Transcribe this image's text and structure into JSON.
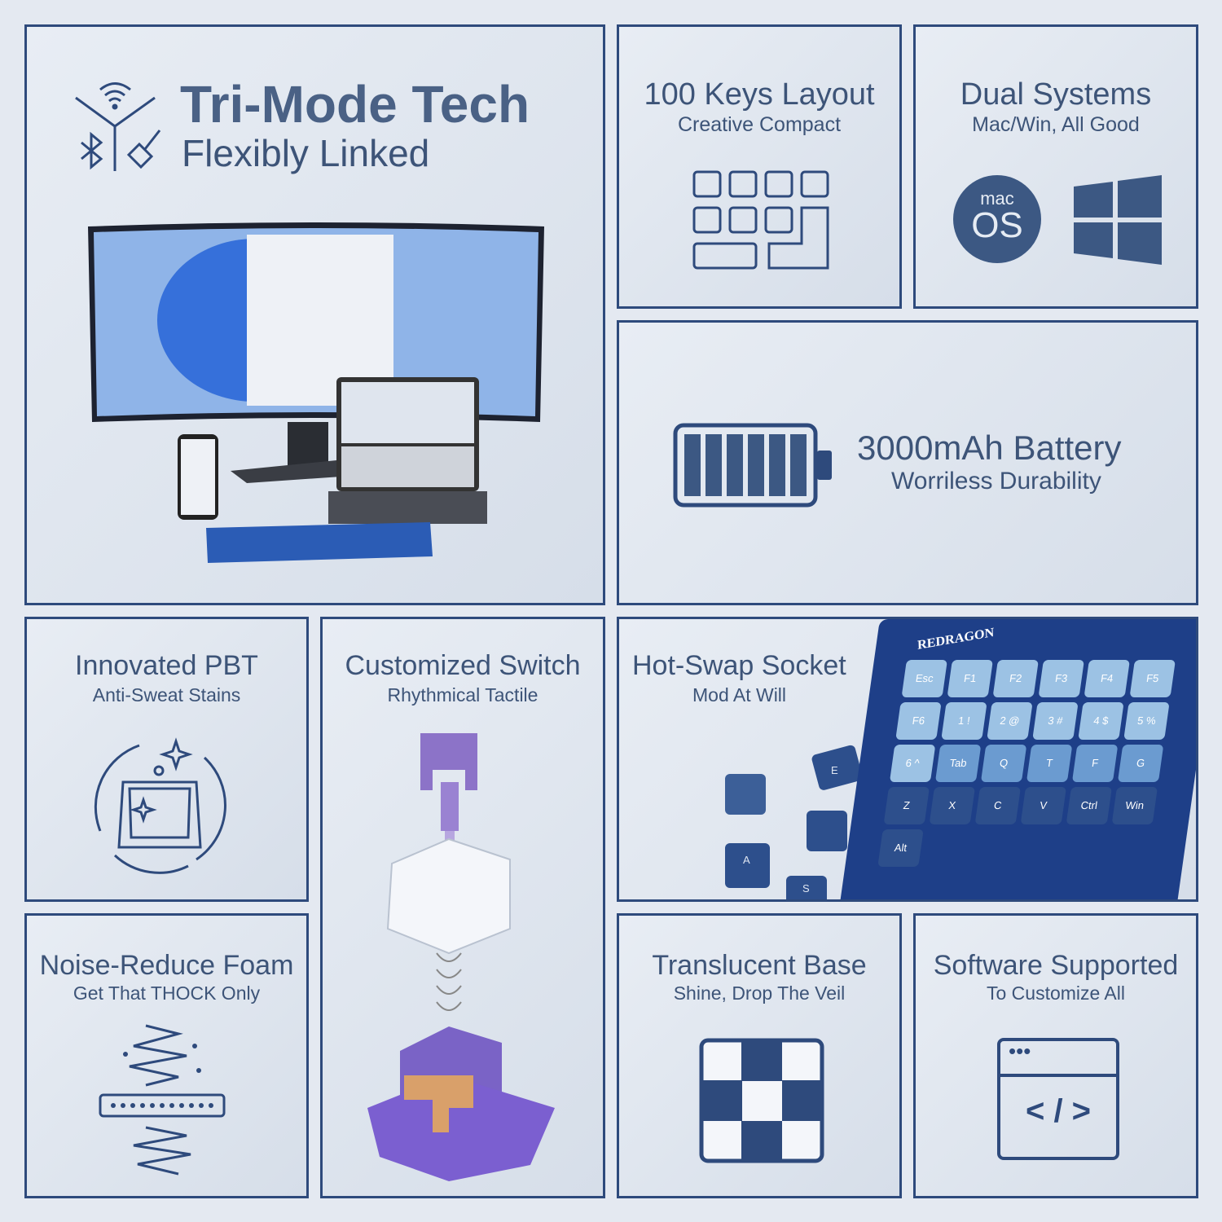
{
  "colors": {
    "border": "#2e4a7c",
    "text": "#3d5478",
    "icon": "#34568f",
    "background": "#e4e9f1"
  },
  "panels": {
    "tri_mode": {
      "title": "Tri-Mode Tech",
      "subtitle": "Flexibly Linked",
      "icon": "wireless-bluetooth-usb-icon"
    },
    "keys_layout": {
      "title": "100 Keys Layout",
      "subtitle": "Creative Compact",
      "icon": "keys-grid-icon"
    },
    "dual_systems": {
      "title": "Dual Systems",
      "subtitle": "Mac/Win, All Good",
      "mac_top": "mac",
      "mac_bottom": "OS",
      "icon": "windows-logo-icon"
    },
    "battery": {
      "title": "3000mAh Battery",
      "subtitle": "Worriless Durability",
      "icon": "battery-icon"
    },
    "pbt": {
      "title": "Innovated PBT",
      "subtitle": "Anti-Sweat Stains",
      "icon": "keycap-sparkle-icon"
    },
    "switch": {
      "title": "Customized Switch",
      "subtitle": "Rhythmical Tactile"
    },
    "hot_swap": {
      "title": "Hot-Swap Socket",
      "subtitle": "Mod At Will",
      "brand": "REDRAGON",
      "keys": [
        "Esc",
        "F1",
        "F2",
        "F3",
        "F4",
        "F5",
        "F6",
        "1 !",
        "2 @",
        "3 #",
        "4 $",
        "5 %",
        "6 ^",
        "Tab",
        "Q",
        "T",
        "F",
        "G",
        "Z",
        "X",
        "C",
        "V",
        "Ctrl",
        "Win",
        "Alt"
      ],
      "loose_keys": [
        "E",
        "A",
        "S"
      ]
    },
    "foam": {
      "title": "Noise-Reduce Foam",
      "subtitle": "Get That THOCK Only",
      "icon": "foam-noise-icon"
    },
    "translucent": {
      "title": "Translucent Base",
      "subtitle": "Shine, Drop The Veil",
      "icon": "checker-icon"
    },
    "software": {
      "title": "Software Supported",
      "subtitle": "To Customize All",
      "icon": "code-window-icon",
      "code": "< / >"
    }
  }
}
